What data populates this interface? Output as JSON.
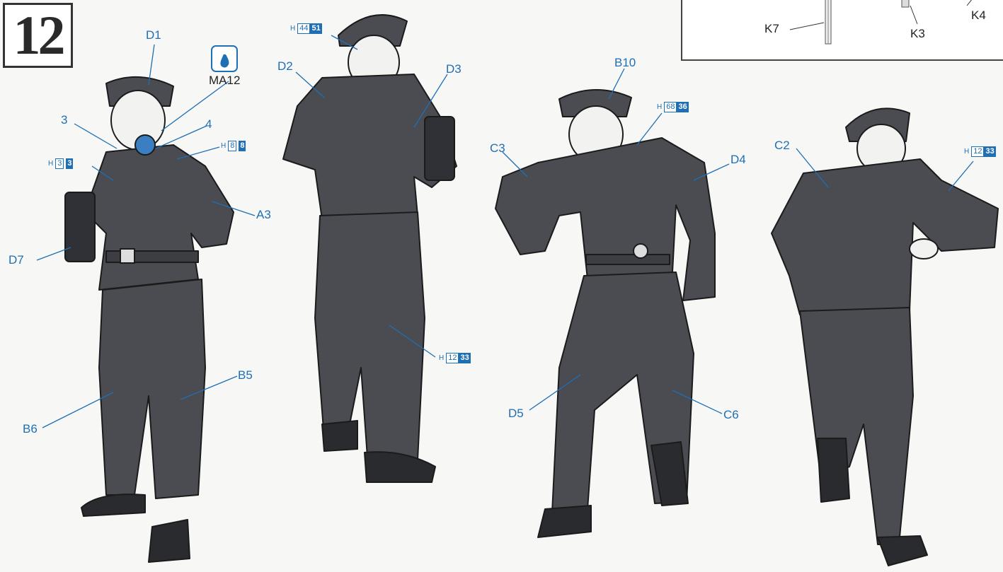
{
  "step": {
    "number": "12"
  },
  "inset": {
    "labels": [
      "K7",
      "K3",
      "K4"
    ]
  },
  "decal": {
    "code": "MA12",
    "icon": "water-drop-icon"
  },
  "figure1": {
    "labels": [
      "D1",
      "3",
      "4",
      "A3",
      "D7",
      "B6",
      "B5"
    ],
    "paint_tags": [
      {
        "prefix": "H",
        "a": "3",
        "b": "3"
      },
      {
        "prefix": "H",
        "a": "8",
        "b": "8"
      }
    ]
  },
  "figure2": {
    "labels": [
      "D2",
      "D3"
    ],
    "paint_tags": [
      {
        "prefix": "H",
        "a": "44",
        "b": "51"
      },
      {
        "prefix": "H",
        "a": "12",
        "b": "33"
      }
    ]
  },
  "figure3": {
    "labels": [
      "B10",
      "C3",
      "D4",
      "D5",
      "C6"
    ],
    "paint_tags": [
      {
        "prefix": "H",
        "a": "68",
        "b": "36"
      }
    ]
  },
  "figure4": {
    "labels": [
      "C2"
    ],
    "paint_tags": [
      {
        "prefix": "H",
        "a": "12",
        "b": "33"
      }
    ]
  },
  "colors": {
    "callout": "#1f6fb4",
    "uniform": "#4a4c52",
    "skin": "#f2f2f0"
  }
}
